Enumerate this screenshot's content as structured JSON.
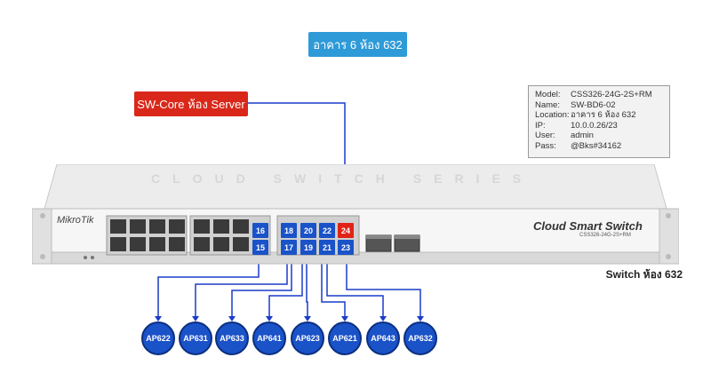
{
  "building_label": "อาคาร 6 ห้อง 632",
  "core_label": "SW-Core ห้อง Server",
  "switch_caption": "Switch ห้อง 632",
  "device": {
    "brand": "MikroTik",
    "title": "Cloud Smart Switch",
    "model": "CSS326-24G-2S+RM",
    "series_text": "CLOUD SWITCH SERIES"
  },
  "info": [
    {
      "key": "Model:",
      "value": "CSS326-24G-2S+RM"
    },
    {
      "key": "Name:",
      "value": "SW-BD6-02"
    },
    {
      "key": "Location:",
      "value": "อาคาร 6 ห้อง 632"
    },
    {
      "key": "IP:",
      "value": "10.0.0.26/23"
    },
    {
      "key": "User:",
      "value": "admin"
    },
    {
      "key": "Pass:",
      "value": "@Bks#34162"
    }
  ],
  "ports": [
    "16",
    "15",
    "18",
    "17",
    "20",
    "19",
    "22",
    "21",
    "24",
    "23"
  ],
  "uplink_port": "24",
  "access_points": [
    "AP622",
    "AP631",
    "AP633",
    "AP641",
    "AP623",
    "AP621",
    "AP643",
    "AP632"
  ],
  "colors": {
    "port": "#1a52c8",
    "uplink": "#e02418",
    "building": "#2e9ad8",
    "core": "#d9281a",
    "link": "#1a3cc8"
  }
}
